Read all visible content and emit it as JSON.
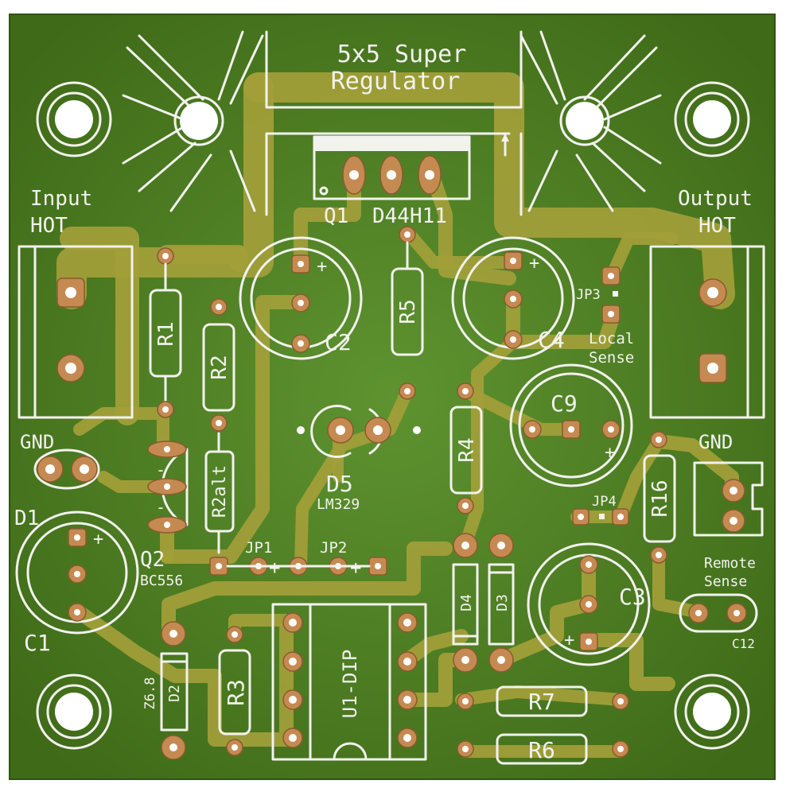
{
  "board": {
    "title_line1": "5x5 Super",
    "title_line2": "Regulator",
    "colors": {
      "mask": "#4a7a1f",
      "silk": "#f2f2ee",
      "copper": "#c58a52",
      "trace": "#a3a03a"
    }
  },
  "labels": {
    "input_hot_1": "Input",
    "input_hot_2": "HOT",
    "output_hot_1": "Output",
    "output_hot_2": "HOT",
    "gnd_left": "GND",
    "gnd_right": "GND",
    "q1": "Q1",
    "q1_part": "D44H11",
    "jp3": "JP3",
    "local_sense_1": "Local",
    "local_sense_2": "Sense",
    "remote_sense_1": "Remote",
    "remote_sense_2": "Sense",
    "jp4": "JP4",
    "c12": "C12",
    "d5": "D5",
    "d5_part": "LM329",
    "jp1": "JP1",
    "jp2": "JP2",
    "d1": "D1",
    "c1": "C1",
    "q2": "Q2",
    "q2_part": "BC556",
    "u1": "U1-DIP",
    "z68": "Z6.8"
  },
  "components": {
    "r1": "R1",
    "r2": "R2",
    "r2alt": "R2alt",
    "r3": "R3",
    "r4": "R4",
    "r5": "R5",
    "r6": "R6",
    "r7": "R7",
    "r16": "R16",
    "c2": "C2",
    "c3": "C3",
    "c4": "C4",
    "c9": "C9",
    "d2": "D2",
    "d3": "D3",
    "d4": "D4"
  }
}
